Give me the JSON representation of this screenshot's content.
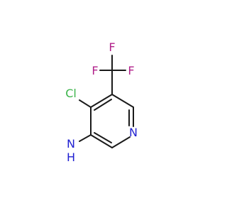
{
  "molecule": {
    "atoms": {
      "fluorine_1": "F",
      "fluorine_2": "F",
      "fluorine_3": "F",
      "chlorine": "Cl",
      "nitrogen_ring": "N",
      "amine_N": "N",
      "amine_H": "H"
    },
    "colors": {
      "fluorine": "#b2228b",
      "chlorine": "#3cb44b",
      "nitrogen": "#1f1fd1",
      "bond": "#1a1a1a"
    }
  }
}
